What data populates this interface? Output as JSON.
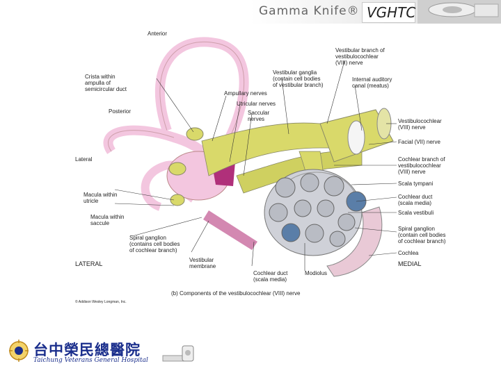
{
  "header": {
    "brand": "Gamma Knife®",
    "badge": "VGHTC"
  },
  "labels": {
    "anterior": "Anterior",
    "crista": "Crista within\nampulla of\nsemicircular duct",
    "posterior": "Posterior",
    "lateral": "Lateral",
    "macula_utricle": "Macula within\nutricle",
    "macula_saccule": "Macula within\nsaccule",
    "spiral_ganglion_left": "Spiral ganglion\n(contains cell bodies\nof cochlear branch)",
    "lateral_caps": "LATERAL",
    "copyright": "© Addison Wesley Longman, Inc.",
    "vestibular_membrane": "Vestibular\nmembrane",
    "cochlear_duct_bottom": "Cochlear duct\n(scala media)",
    "modiolus": "Modiolus",
    "caption": "(b) Components of the vestibulocochlear (VIII) nerve",
    "ampullary": "Ampullary nerves",
    "utricular": "Utricular nerves",
    "saccular": "Saccular\nnerves",
    "vestibular_ganglia": "Vestibular ganglia\n(contain cell bodies\nof vestibular branch)",
    "vestibular_branch": "Vestibular branch of\nvestibulocochlear\n(VIII) nerve",
    "internal_auditory": "Internal auditory\ncanal (meatus)",
    "vestibulocochlear": "Vestibulocochlear\n(VIII) nerve",
    "facial": "Facial (VII) nerve",
    "cochlear_branch": "Cochlear branch of\nvestibulocochlear\n(VIII) nerve",
    "scala_tympani": "Scala tympani",
    "cochlear_duct_right": "Cochlear duct\n(scala media)",
    "scala_vestibuli": "Scala vestibuli",
    "spiral_ganglion_right": "Spiral ganglion\n(contain cell bodies\nof cochlear branch)",
    "cochlea": "Cochlea",
    "medial": "MEDIAL"
  },
  "footer": {
    "hospital_cn": "台中榮民總醫院",
    "hospital_en": "Taichung Veterans General Hospital"
  },
  "colors": {
    "canal_pink": "#f3c6df",
    "nerve_yellow": "#d9d96a",
    "magenta": "#b0307a",
    "cochlea_gray": "#b9bcc4",
    "fluid_blue": "#5a7ea8",
    "hospital_blue": "#1a2e8c"
  }
}
